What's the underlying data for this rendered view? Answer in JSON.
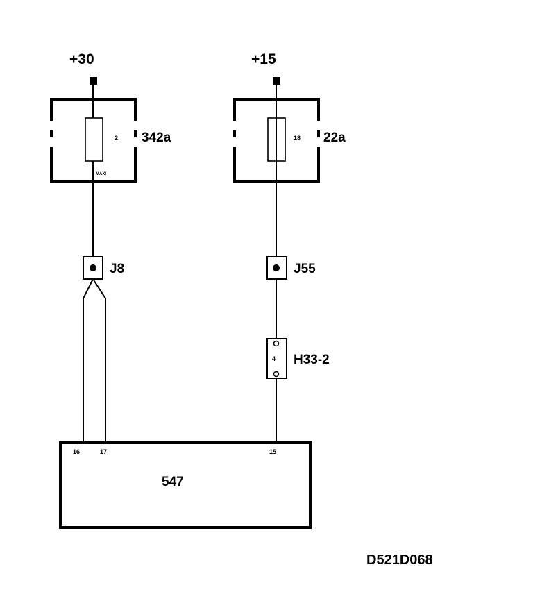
{
  "supplies": {
    "left": "+30",
    "right": "+15"
  },
  "fuses": {
    "left": {
      "designator": "342a",
      "number": "2",
      "rating": "MAXI"
    },
    "right": {
      "designator": "22a",
      "number": "18"
    }
  },
  "junctions": {
    "left": "J8",
    "right": "J55"
  },
  "connector": {
    "designator": "H33-2",
    "pin": "4"
  },
  "control_unit": {
    "designator": "547",
    "pins": [
      "16",
      "17",
      "15"
    ]
  },
  "diagram_code": "D521D068",
  "colors": {
    "line": "#000000",
    "background": "#ffffff"
  }
}
